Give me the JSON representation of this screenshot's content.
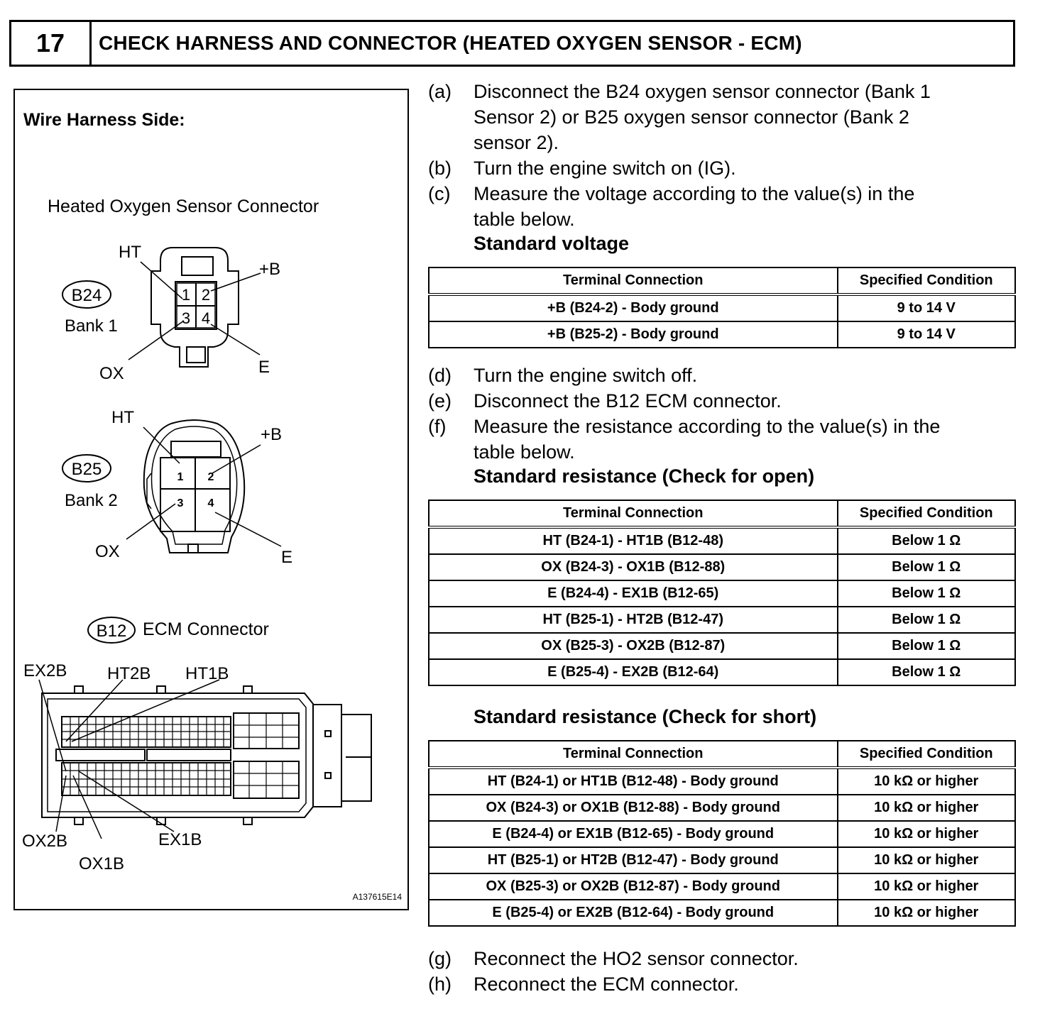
{
  "header": {
    "step_number": "17",
    "title": "CHECK HARNESS AND CONNECTOR (HEATED OXYGEN SENSOR - ECM)"
  },
  "illustration": {
    "heading": "Wire Harness Side:",
    "sensor_connector_title": "Heated Oxygen Sensor Connector",
    "b24": {
      "code": "B24",
      "bank": "Bank 1",
      "pins": [
        "1",
        "2",
        "3",
        "4"
      ],
      "ht": "HT",
      "plus_b": "+B",
      "ox": "OX",
      "e": "E"
    },
    "b25": {
      "code": "B25",
      "bank": "Bank 2",
      "pins": [
        "1",
        "2",
        "3",
        "4"
      ],
      "ht": "HT",
      "plus_b": "+B",
      "ox": "OX",
      "e": "E"
    },
    "ecm": {
      "code": "B12",
      "title": "ECM Connector",
      "ex2b": "EX2B",
      "ht2b": "HT2B",
      "ht1b": "HT1B",
      "ox2b": "OX2B",
      "ox1b": "OX1B",
      "ex1b": "EX1B"
    },
    "figure_id": "A137615E14"
  },
  "steps": {
    "a": {
      "letter": "(a)",
      "lines": [
        "Disconnect the B24 oxygen sensor connector (Bank 1",
        "Sensor 2) or B25 oxygen sensor connector (Bank 2",
        "sensor 2)."
      ]
    },
    "b": {
      "letter": "(b)",
      "text": "Turn the engine switch on (IG)."
    },
    "c": {
      "letter": "(c)",
      "lines": [
        "Measure the voltage according to the value(s) in the",
        "table below."
      ]
    },
    "d": {
      "letter": "(d)",
      "text": "Turn the engine switch off."
    },
    "e": {
      "letter": "(e)",
      "text": "Disconnect the B12 ECM connector."
    },
    "f": {
      "letter": "(f)",
      "lines": [
        "Measure the resistance according to the value(s) in the",
        "table below."
      ]
    },
    "g": {
      "letter": "(g)",
      "text": "Reconnect the HO2 sensor connector."
    },
    "h": {
      "letter": "(h)",
      "text": "Reconnect the ECM connector."
    }
  },
  "voltage": {
    "title": "Standard voltage",
    "headers": [
      "Terminal Connection",
      "Specified Condition"
    ],
    "rows": [
      [
        "+B (B24-2) - Body ground",
        "9 to 14 V"
      ],
      [
        "+B (B25-2) - Body ground",
        "9 to 14 V"
      ]
    ]
  },
  "open": {
    "title": "Standard resistance (Check for open)",
    "headers": [
      "Terminal Connection",
      "Specified Condition"
    ],
    "rows": [
      [
        "HT (B24-1) - HT1B (B12-48)",
        "Below 1 Ω"
      ],
      [
        "OX (B24-3) - OX1B (B12-88)",
        "Below 1 Ω"
      ],
      [
        "E (B24-4) - EX1B (B12-65)",
        "Below 1 Ω"
      ],
      [
        "HT (B25-1) - HT2B (B12-47)",
        "Below 1 Ω"
      ],
      [
        "OX (B25-3) - OX2B (B12-87)",
        "Below 1 Ω"
      ],
      [
        "E (B25-4) - EX2B (B12-64)",
        "Below 1 Ω"
      ]
    ]
  },
  "short": {
    "title": "Standard resistance (Check for short)",
    "headers": [
      "Terminal Connection",
      "Specified Condition"
    ],
    "rows": [
      [
        "HT (B24-1) or HT1B (B12-48) - Body ground",
        "10 kΩ or higher"
      ],
      [
        "OX (B24-3) or OX1B (B12-88) - Body ground",
        "10 kΩ or higher"
      ],
      [
        "E (B24-4) or EX1B (B12-65) - Body ground",
        "10 kΩ or higher"
      ],
      [
        "HT (B25-1) or HT2B (B12-47) - Body ground",
        "10 kΩ or higher"
      ],
      [
        "OX (B25-3) or OX2B (B12-87) - Body ground",
        "10 kΩ or higher"
      ],
      [
        "E (B25-4) or EX2B (B12-64) - Body ground",
        "10 kΩ or higher"
      ]
    ]
  }
}
